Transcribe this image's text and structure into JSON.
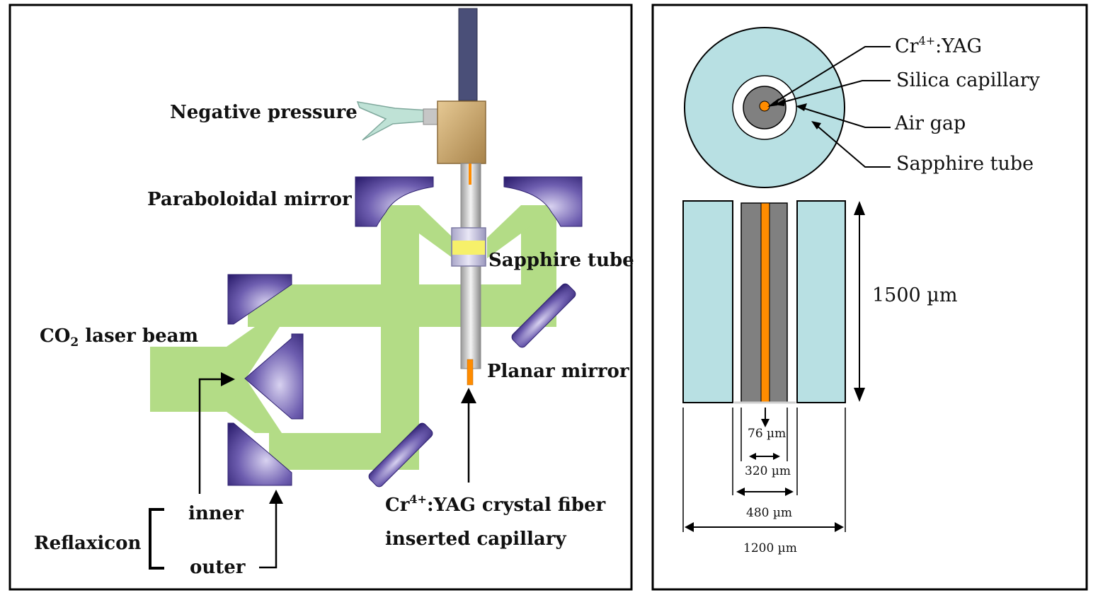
{
  "left_panel": {
    "labels": {
      "negative_pressure": "Negative pressure",
      "paraboloidal_mirror": "Paraboloidal mirror",
      "sapphire_tube": "Sapphire tube",
      "co2_laser_beam_prefix": "CO",
      "co2_laser_beam_sub": "2",
      "co2_laser_beam_suffix": " laser beam",
      "planar_mirror": "Planar mirror",
      "fiber_prefix": "Cr",
      "fiber_sup": "4+",
      "fiber_line1_suffix": ":YAG crystal fiber",
      "fiber_line2": "inserted capillary",
      "inner": "inner",
      "outer": "outer",
      "reflaxicon": "Reflaxicon"
    }
  },
  "right_panel": {
    "labels": {
      "cr_prefix": "Cr",
      "cr_sup": "4+",
      "cr_suffix": ":YAG",
      "silica_capillary": "Silica capillary",
      "air_gap": "Air gap",
      "sapphire_tube": "Sapphire tube",
      "length": "1500 µm",
      "dim_76": "76 µm",
      "dim_320": "320 µm",
      "dim_480": "480 µm",
      "dim_1200": "1200 µm"
    }
  },
  "colors": {
    "laser_beam": "#b3dc86",
    "mirror": "#3b2a80",
    "mirror_light": "#c9c3ea",
    "sapphire": "#b8e0e3",
    "silica": "#808080",
    "core": "#ff8c00",
    "brass": "#c8a46a",
    "rod": "#4a4f78"
  }
}
